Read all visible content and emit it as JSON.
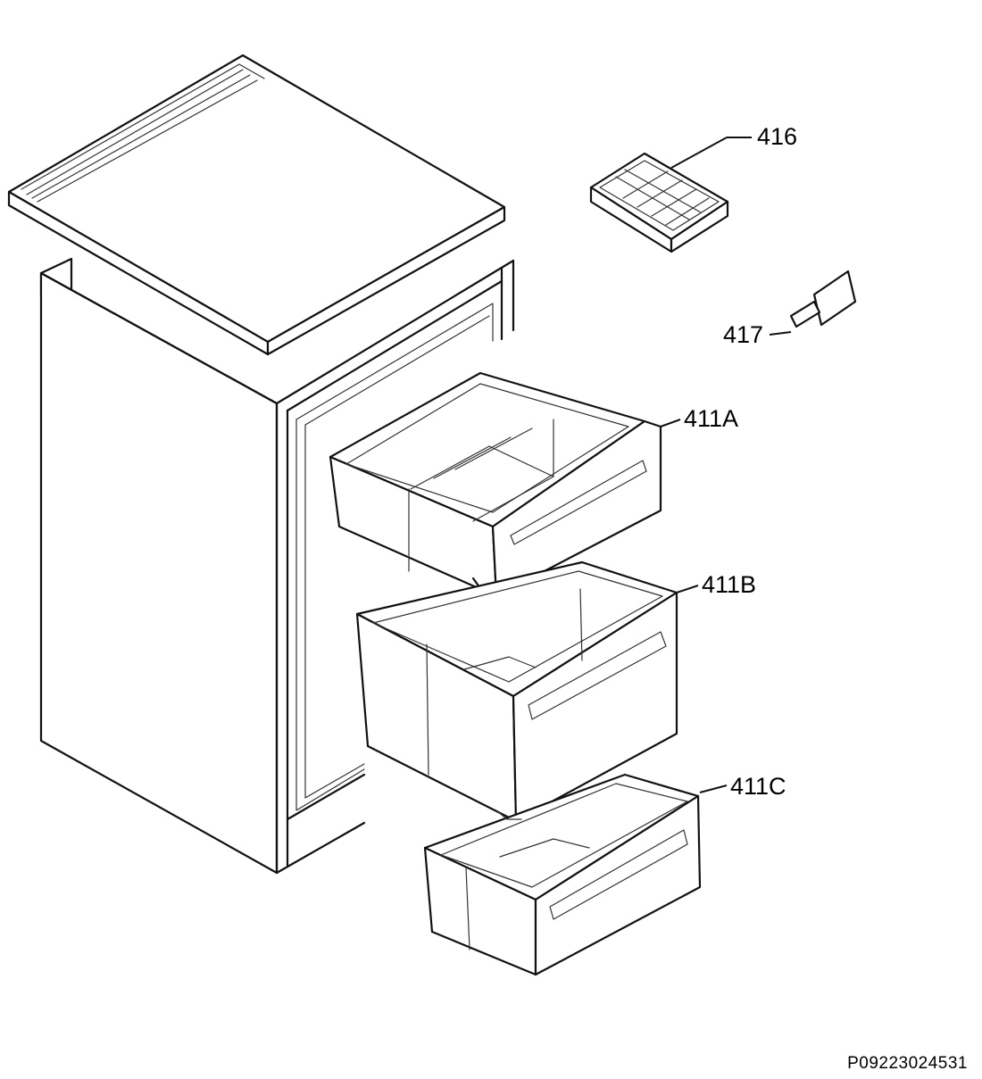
{
  "parts": [
    {
      "id": "416",
      "label": "416",
      "name": "ice-cube-tray"
    },
    {
      "id": "417",
      "label": "417",
      "name": "ice-scraper"
    },
    {
      "id": "411A",
      "label": "411A",
      "name": "top-drawer"
    },
    {
      "id": "411B",
      "label": "411B",
      "name": "middle-drawer"
    },
    {
      "id": "411C",
      "label": "411C",
      "name": "bottom-drawer"
    }
  ],
  "drawing_code": "P09223024531"
}
